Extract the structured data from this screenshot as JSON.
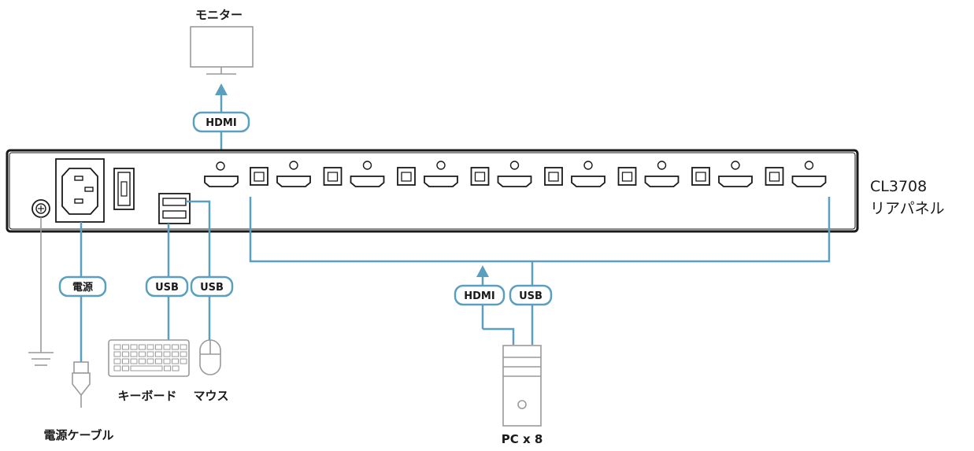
{
  "labels": {
    "monitor": "モニター",
    "device": "CL3708",
    "rear_panel": "リアパネル",
    "keyboard": "キーボード",
    "mouse": "マウス",
    "power_cable": "電源ケーブル",
    "pc": "PC x 8"
  },
  "tags": {
    "monitor_hdmi": "HDMI",
    "power": "電源",
    "kb_usb": "USB",
    "mouse_usb": "USB",
    "pc_hdmi": "HDMI",
    "pc_usb": "USB"
  },
  "colors": {
    "cable": "#5b9fbe",
    "device_gray": "#9a9a9a",
    "outline": "#1a1a1a"
  }
}
